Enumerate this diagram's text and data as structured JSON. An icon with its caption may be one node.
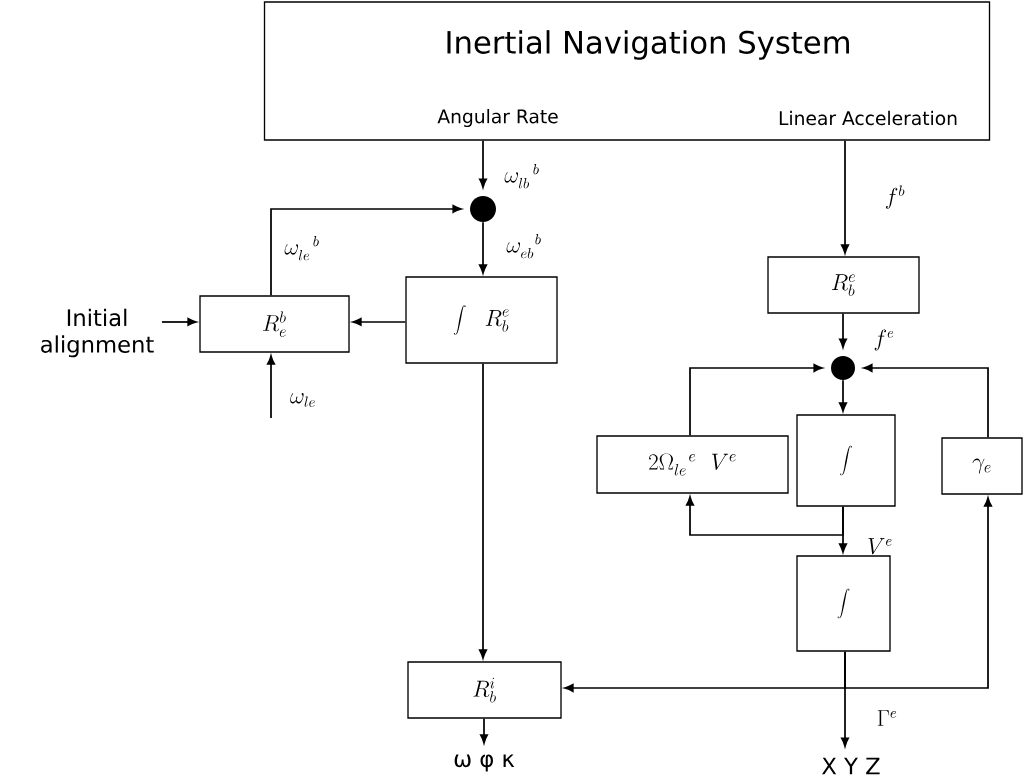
{
  "diagram": {
    "nodes": [
      {
        "text": [
          "Inertial Navigation System",
          "Angular Rate",
          "Linear Acceleration"
        ]
      },
      {
        "text": [],
        "shape": "circle"
      },
      {
        "text": [
          "R_e^b"
        ]
      },
      {
        "text": [
          "\\int\\ \\ R_b^e"
        ]
      },
      {
        "text": [
          "Initial alignment"
        ]
      },
      {
        "text": [
          "R_b^e"
        ]
      },
      {
        "text": [],
        "shape": "circle"
      },
      {
        "text": [
          "2\\Omega_{le}^{\\ \\ e}\\ \\ V^e"
        ]
      },
      {
        "text": [
          "\\int"
        ]
      },
      {
        "text": [
          "\\gamma_e"
        ]
      },
      {
        "text": [
          "\\int"
        ]
      },
      {
        "text": [
          "R_b^i"
        ]
      },
      {
        "text": [
          "ω φ κ"
        ]
      },
      {
        "text": [
          "X Y Z"
        ]
      }
    ],
    "edges": [
      {
        "from": 0,
        "to": 1,
        "arrow": "to",
        "label": "\\omega_{lb}^{\\ \\ b}"
      },
      {
        "from": 2,
        "to": 1,
        "arrow": "to",
        "label": "\\omega_{le}^{\\ \\ b}"
      },
      {
        "from": 1,
        "to": 3,
        "arrow": "to",
        "label": "\\omega_{eb}^{\\ \\ b}"
      },
      {
        "from": 3,
        "to": 2,
        "arrow": "to"
      },
      {
        "from": 4,
        "to": 2,
        "arrow": "to"
      },
      {
        "from": null,
        "to": 2,
        "arrow": "to",
        "label": "\\omega_{le}"
      },
      {
        "from": 3,
        "to": 11,
        "arrow": "to"
      },
      {
        "from": 0,
        "to": 5,
        "arrow": "to",
        "label": "f^b"
      },
      {
        "from": 5,
        "to": 6,
        "arrow": "to",
        "label": "f^e"
      },
      {
        "from": 7,
        "to": 6,
        "arrow": "to"
      },
      {
        "from": 9,
        "to": 6,
        "arrow": "to"
      },
      {
        "from": 6,
        "to": 8,
        "arrow": "to"
      },
      {
        "from": 8,
        "to": 10,
        "arrow": "to",
        "label": "V^e"
      },
      {
        "from": 8,
        "to": 7,
        "arrow": "to"
      },
      {
        "from": 10,
        "to": 13,
        "arrow": "to",
        "label": "\\Gamma^e"
      },
      {
        "from": 11,
        "to": 12,
        "arrow": "to"
      },
      {
        "from": 10,
        "to": 11,
        "arrow": "to"
      },
      {
        "from": 10,
        "to": 9,
        "arrow": "to"
      }
    ]
  }
}
